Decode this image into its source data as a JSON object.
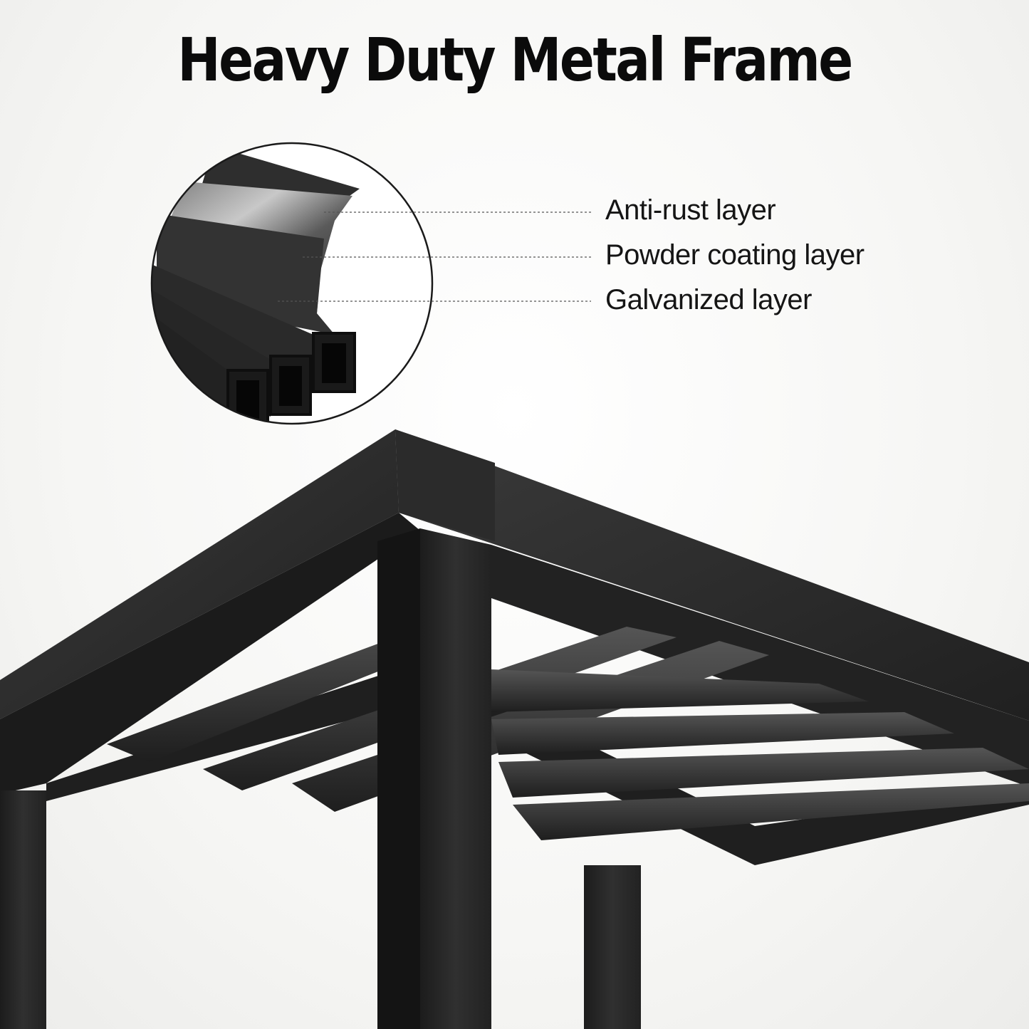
{
  "headline": "Heavy Duty Metal Frame",
  "callouts": [
    {
      "label": "Anti-rust layer"
    },
    {
      "label": "Powder coating layer"
    },
    {
      "label": "Galvanized layer"
    }
  ],
  "colors": {
    "metal": "#2a2a2a",
    "metal_dark": "#141414",
    "metal_light": "#4a4a4a",
    "background": "#f4f4f2",
    "text": "#0b0b0b"
  }
}
